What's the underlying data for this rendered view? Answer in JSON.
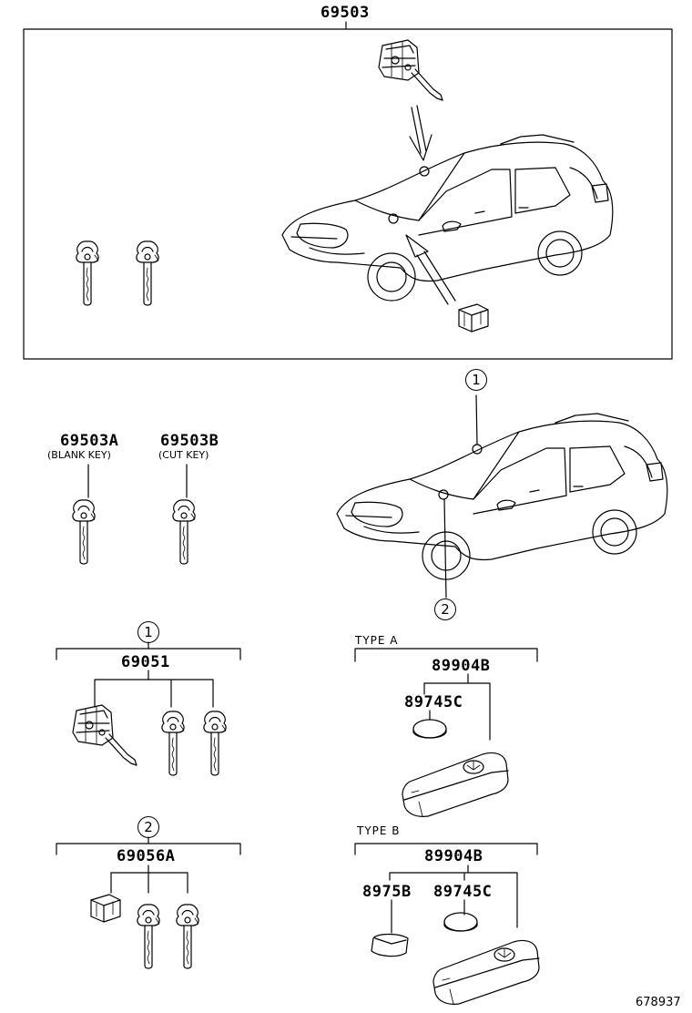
{
  "labels": {
    "set_main": "69503",
    "blank_key_no": "69503A",
    "blank_key_desc": "(BLANK KEY)",
    "cut_key_no": "69503B",
    "cut_key_desc": "(CUT KEY)",
    "group1_no": "69051",
    "group2_no": "69056A",
    "type_a": "TYPE  A",
    "type_a_no": "89904B",
    "type_a_battery": "89745C",
    "type_b": "TYPE  B",
    "type_b_no": "89904B",
    "type_b_cover": "8975B",
    "type_b_battery": "89745C",
    "ref_no": "678937"
  },
  "callouts": {
    "one": "1",
    "two": "2"
  }
}
